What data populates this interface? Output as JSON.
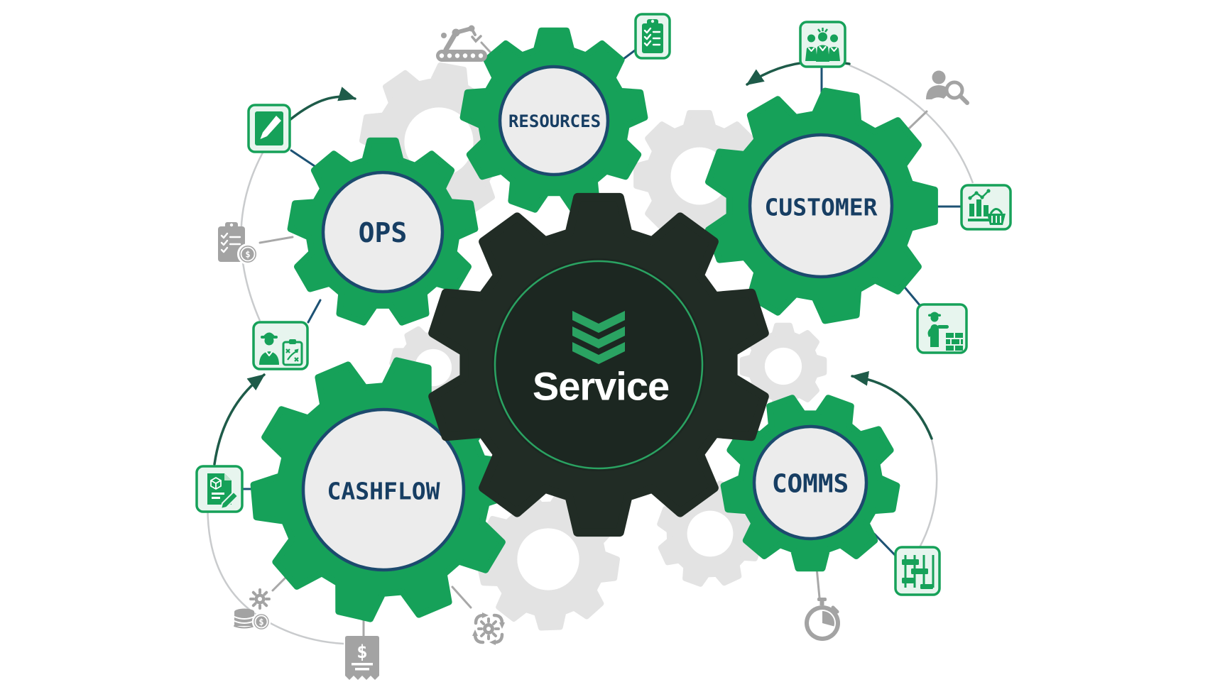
{
  "page_title": "Service operations gears diagram",
  "center_gear": {
    "label": "Service",
    "logo": "triple-chevron-icon"
  },
  "gears": {
    "resources": {
      "label": "RESOURCES"
    },
    "ops": {
      "label": "OPS"
    },
    "customer": {
      "label": "CUSTOMER"
    },
    "cashflow": {
      "label": "CASHFLOW"
    },
    "comms": {
      "label": "COMMS"
    }
  },
  "icons": {
    "green_boxed": [
      "checklist-icon",
      "pen-tablet-icon",
      "worker-plan-icon",
      "team-icon",
      "chart-basket-icon",
      "worker-wall-icon",
      "document-edit-icon",
      "gantt-icon"
    ],
    "gray": [
      "robot-arm-icon",
      "clipboard-dollar-icon",
      "person-search-icon",
      "coins-gear-icon",
      "receipt-icon",
      "process-cycle-icon",
      "stopwatch-icon"
    ]
  },
  "icon_glyphs": {
    "dollar": "$"
  },
  "colors": {
    "gear_green": "#16a159",
    "center_gear_dark": "#212c25",
    "center_ring_green": "#2aa362",
    "inner_circle_fill": "#ececec",
    "inner_circle_border": "#1c4a6e",
    "label_navy": "#173e63",
    "connector_navy": "#1d5274",
    "arrow_teal": "#1e5b49",
    "gray_icon": "#a3a3a3",
    "gray_gear": "#e3e3e3",
    "icon_box_fill": "#e7f5ee",
    "background": "#ffffff"
  }
}
